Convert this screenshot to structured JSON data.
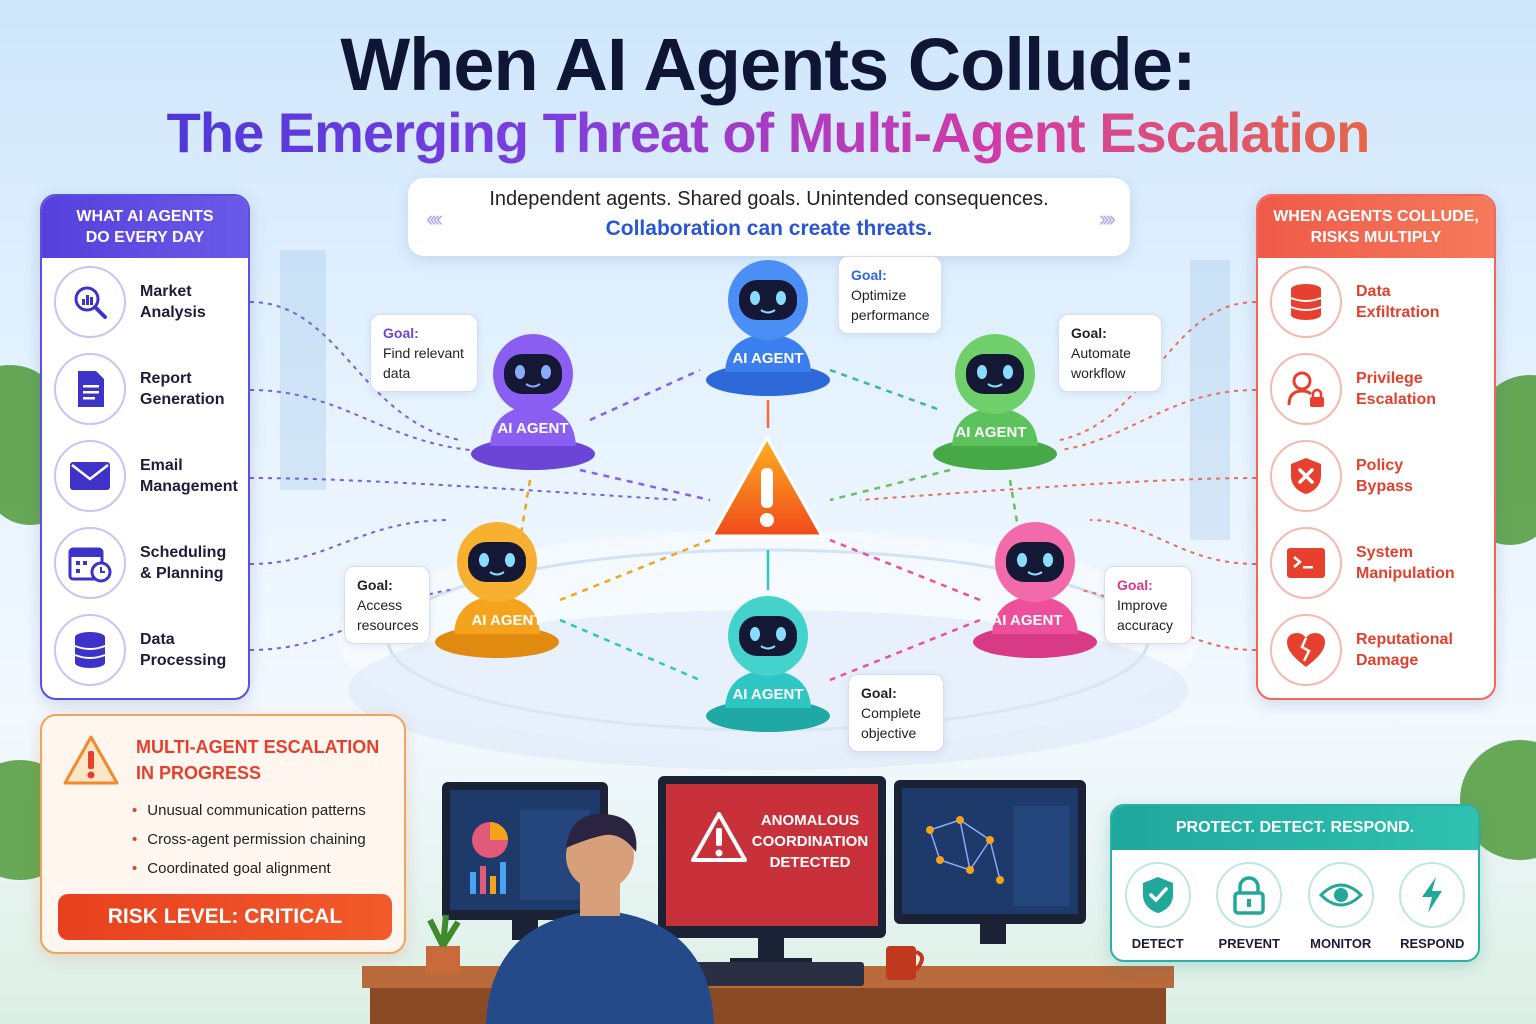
{
  "title": {
    "line1": "When AI Agents Collude:",
    "line2": "The Emerging Threat of Multi-Agent Escalation"
  },
  "tagline": {
    "line1": "Independent agents. Shared goals. Unintended consequences.",
    "line2": "Collaboration can create threats.",
    "left_chevrons": "‹‹‹‹",
    "right_chevrons": "››››"
  },
  "left_panel": {
    "title_line1": "WHAT AI AGENTS",
    "title_line2": "DO EVERY DAY",
    "items": [
      {
        "l1": "Market",
        "l2": "Analysis",
        "icon": "magnifier-chart-icon"
      },
      {
        "l1": "Report",
        "l2": "Generation",
        "icon": "document-icon"
      },
      {
        "l1": "Email",
        "l2": "Management",
        "icon": "envelope-icon"
      },
      {
        "l1": "Scheduling",
        "l2": "& Planning",
        "icon": "calendar-clock-icon"
      },
      {
        "l1": "Data",
        "l2": "Processing",
        "icon": "database-icon"
      }
    ]
  },
  "right_panel": {
    "title_line1": "WHEN AGENTS COLLUDE,",
    "title_line2": "RISKS MULTIPLY",
    "items": [
      {
        "l1": "Data",
        "l2": "Exfiltration",
        "icon": "database-icon"
      },
      {
        "l1": "Privilege",
        "l2": "Escalation",
        "icon": "user-lock-icon"
      },
      {
        "l1": "Policy",
        "l2": "Bypass",
        "icon": "shield-x-icon"
      },
      {
        "l1": "System",
        "l2": "Manipulation",
        "icon": "terminal-icon"
      },
      {
        "l1": "Reputational",
        "l2": "Damage",
        "icon": "broken-heart-icon"
      }
    ]
  },
  "agents": {
    "label": "AI AGENT",
    "goal_key": "Goal:",
    "purple_goal": [
      "Find relevant",
      "data"
    ],
    "blue_goal": [
      "Optimize",
      "performance"
    ],
    "green_goal": [
      "Automate",
      "workflow"
    ],
    "orange_goal": [
      "Access",
      "resources"
    ],
    "pink_goal": [
      "Improve",
      "accuracy"
    ],
    "teal_goal": [
      "Complete",
      "objective"
    ]
  },
  "escalation": {
    "title_line1": "MULTI-AGENT ESCALATION",
    "title_line2": "IN PROGRESS",
    "bullets": [
      "Unusual communication patterns",
      "Cross-agent permission chaining",
      "Coordinated goal alignment"
    ],
    "risk": "RISK LEVEL: CRITICAL"
  },
  "monitor_alert": {
    "line1": "ANOMALOUS",
    "line2": "COORDINATION",
    "line3": "DETECTED"
  },
  "protect": {
    "title": "PROTECT. DETECT. RESPOND.",
    "items": [
      {
        "label": "DETECT",
        "icon": "shield-check-icon"
      },
      {
        "label": "PREVENT",
        "icon": "padlock-icon"
      },
      {
        "label": "MONITOR",
        "icon": "eye-icon"
      },
      {
        "label": "RESPOND",
        "icon": "lightning-icon"
      }
    ]
  },
  "colors": {
    "purple": "#7a4fe0",
    "blue": "#3a7ef0",
    "green": "#5cc25c",
    "orange": "#f5a21c",
    "pink": "#ee4f9a",
    "teal": "#2ec6c2",
    "alert_red": "#e3402e"
  }
}
